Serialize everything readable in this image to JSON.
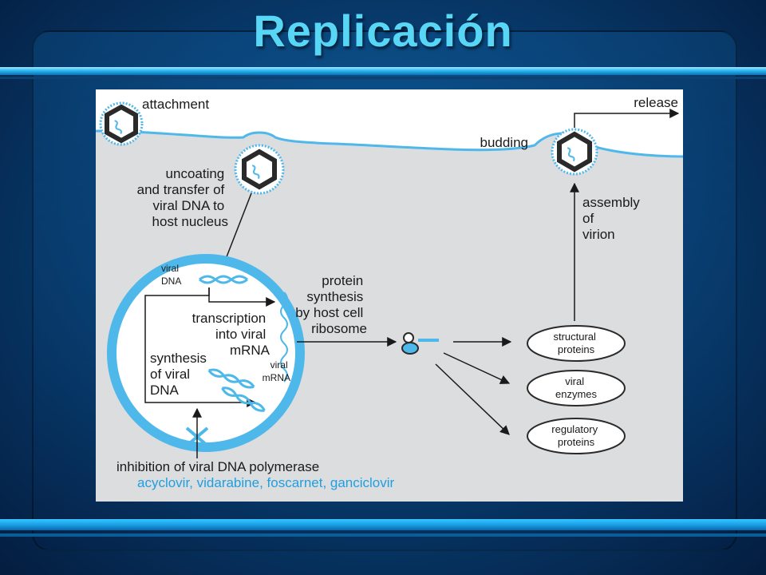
{
  "title": "Replicación",
  "colors": {
    "accent": "#58d6f6",
    "membrane": "#4fb8ea",
    "panel": "#dcdddf",
    "drug_text": "#1f9fe0"
  },
  "diagram": {
    "attachment": "attachment",
    "uncoating": [
      "uncoating",
      "and transfer of",
      "viral DNA to",
      "host nucleus"
    ],
    "viral_dna": [
      "viral",
      "DNA"
    ],
    "transcription": [
      "transcription",
      "into viral",
      "mRNA"
    ],
    "viral_mrna": [
      "viral",
      "mRNA"
    ],
    "synthesis": [
      "synthesis",
      "of viral",
      "DNA"
    ],
    "protein_synthesis": [
      "protein",
      "synthesis",
      "by host cell",
      "ribosome"
    ],
    "structural_proteins": [
      "structural",
      "proteins"
    ],
    "viral_enzymes": [
      "viral",
      "enzymes"
    ],
    "regulatory_proteins": [
      "regulatory",
      "proteins"
    ],
    "assembly": [
      "assembly",
      "of",
      "virion"
    ],
    "budding": "budding",
    "release": "release",
    "inhibition": "inhibition of viral DNA polymerase",
    "drugs": "acyclovir, vidarabine, foscarnet, ganciclovir"
  }
}
